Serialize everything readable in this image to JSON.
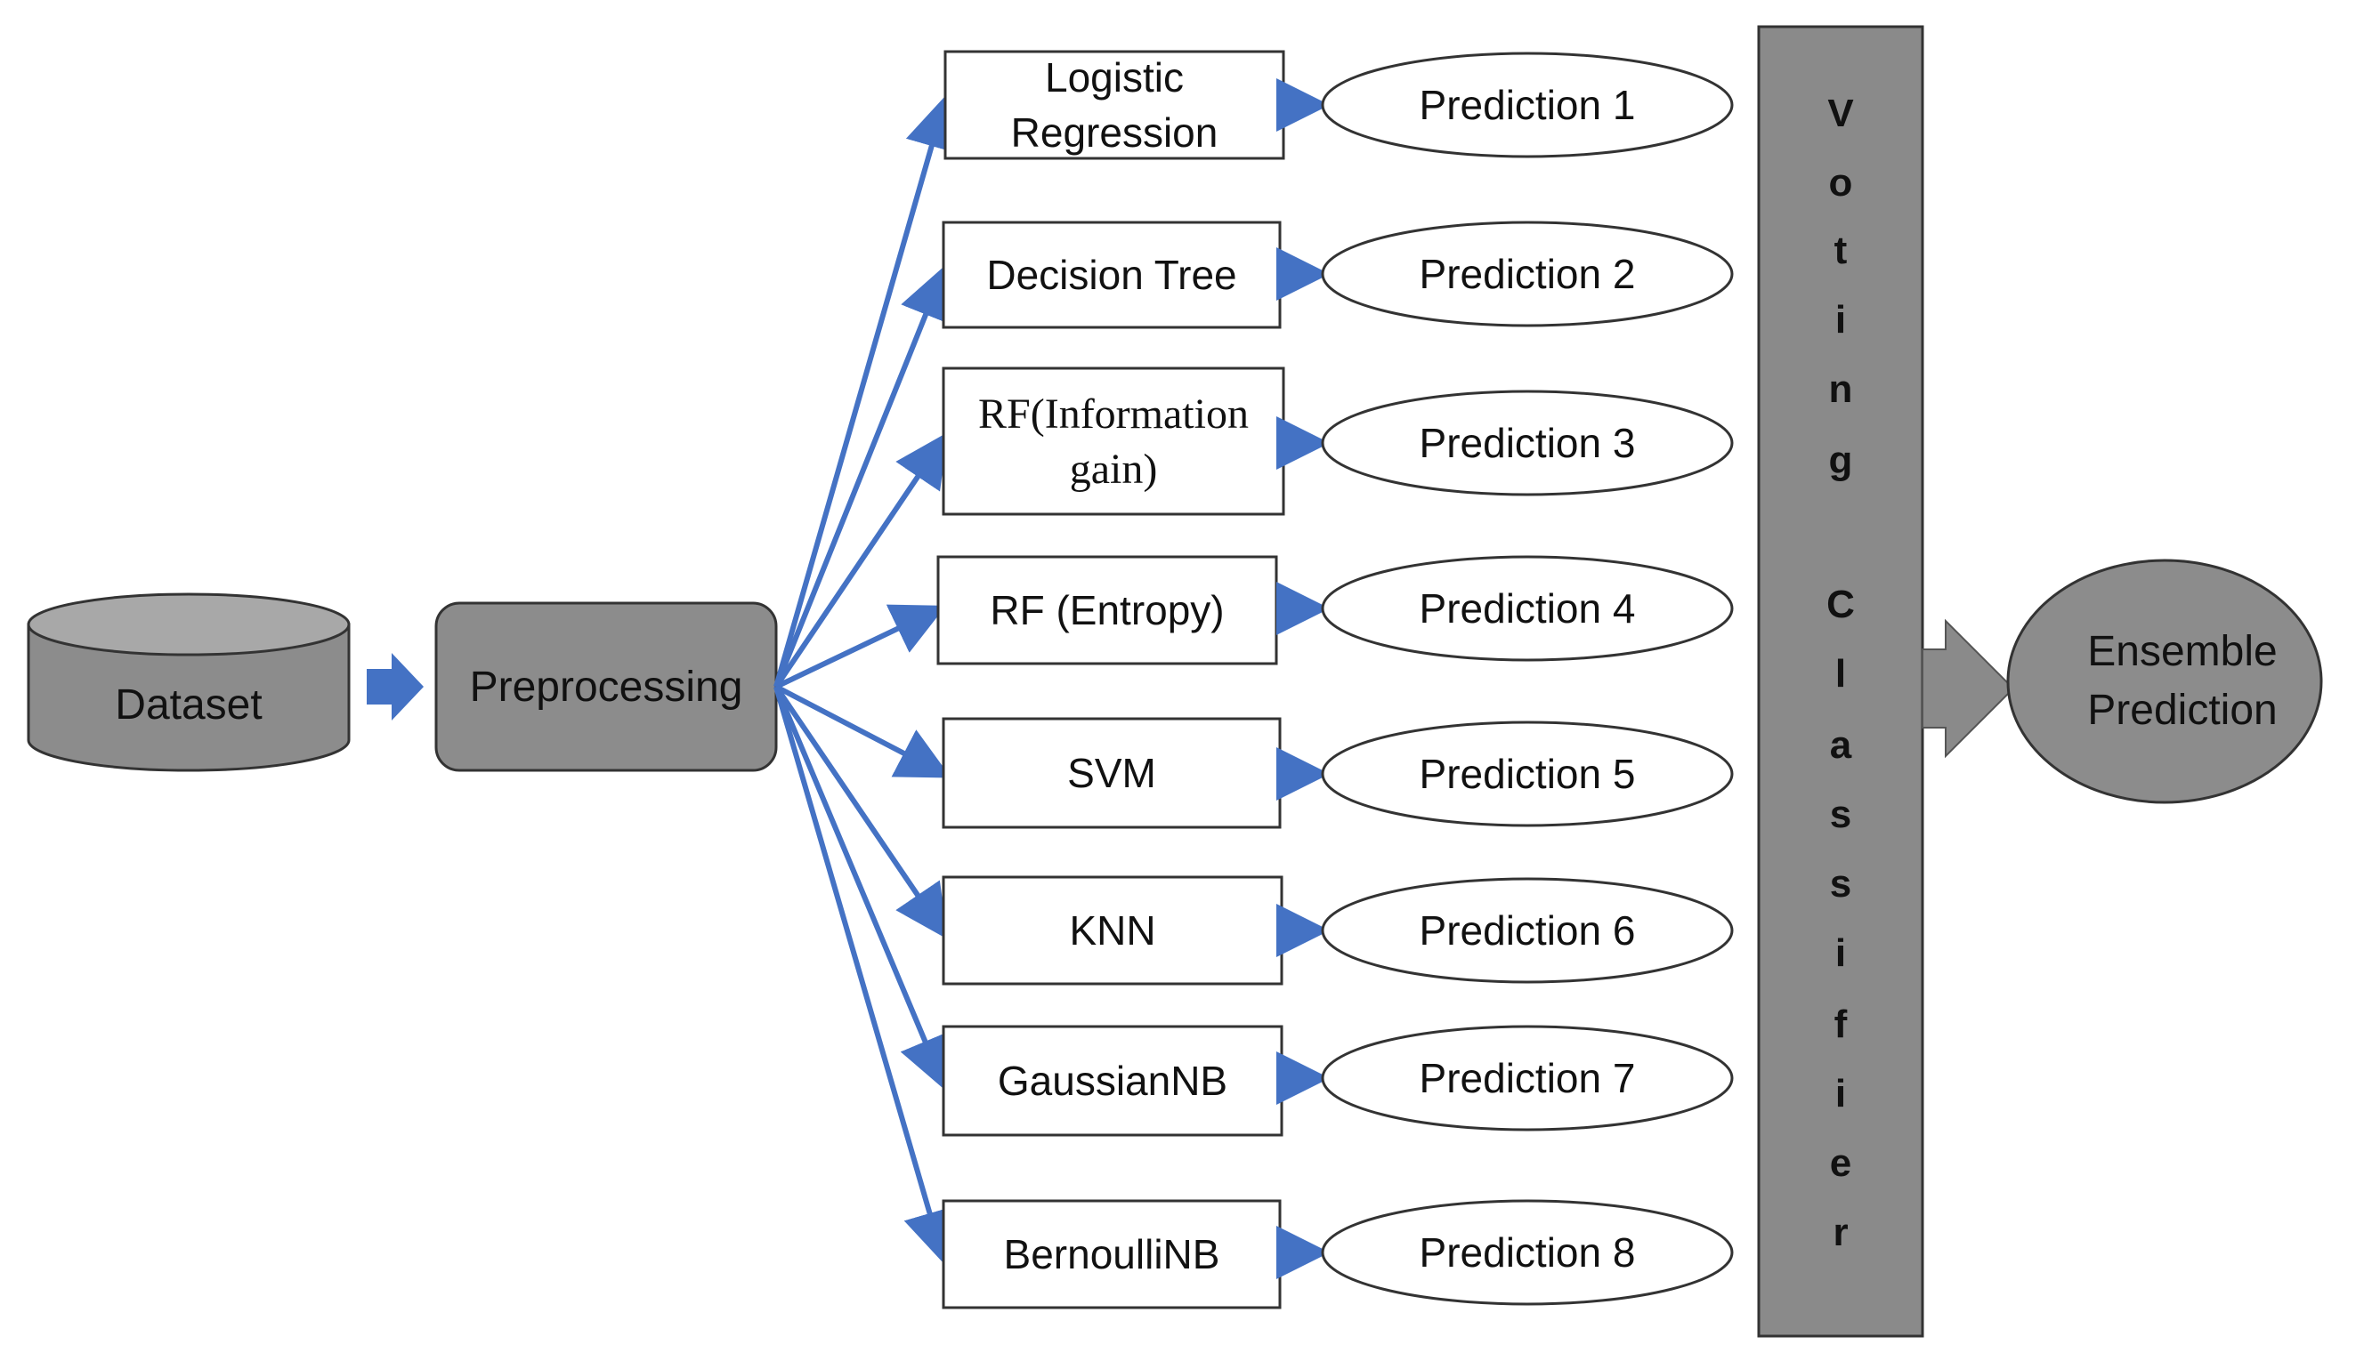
{
  "colors": {
    "arrow": "#4472C4",
    "gray_fill": "#8c8c8c",
    "voting_fill": "#8a8a8a",
    "box_stroke": "#333333"
  },
  "dataset": {
    "label": "Dataset"
  },
  "preprocessing": {
    "label": "Preprocessing"
  },
  "models": [
    {
      "lines": [
        "Logistic",
        "Regression"
      ],
      "font": "sans"
    },
    {
      "lines": [
        "Decision Tree"
      ],
      "font": "sans"
    },
    {
      "lines": [
        "RF(Information",
        "gain)"
      ],
      "font": "serif"
    },
    {
      "lines": [
        "RF (Entropy)"
      ],
      "font": "sans"
    },
    {
      "lines": [
        "SVM"
      ],
      "font": "sans"
    },
    {
      "lines": [
        "KNN"
      ],
      "font": "sans"
    },
    {
      "lines": [
        "GaussianNB"
      ],
      "font": "sans"
    },
    {
      "lines": [
        "BernoulliNB"
      ],
      "font": "sans"
    }
  ],
  "predictions": [
    "Prediction 1",
    "Prediction 2",
    "Prediction 3",
    "Prediction 4",
    "Prediction 5",
    "Prediction 6",
    "Prediction 7",
    "Prediction 8"
  ],
  "voting": {
    "letters": [
      "V",
      "o",
      "t",
      "i",
      "n",
      "g",
      "",
      "C",
      "l",
      "a",
      "s",
      "s",
      "i",
      "f",
      "i",
      "e",
      "r"
    ]
  },
  "ensemble": {
    "lines": [
      "Ensemble",
      "Prediction"
    ]
  }
}
